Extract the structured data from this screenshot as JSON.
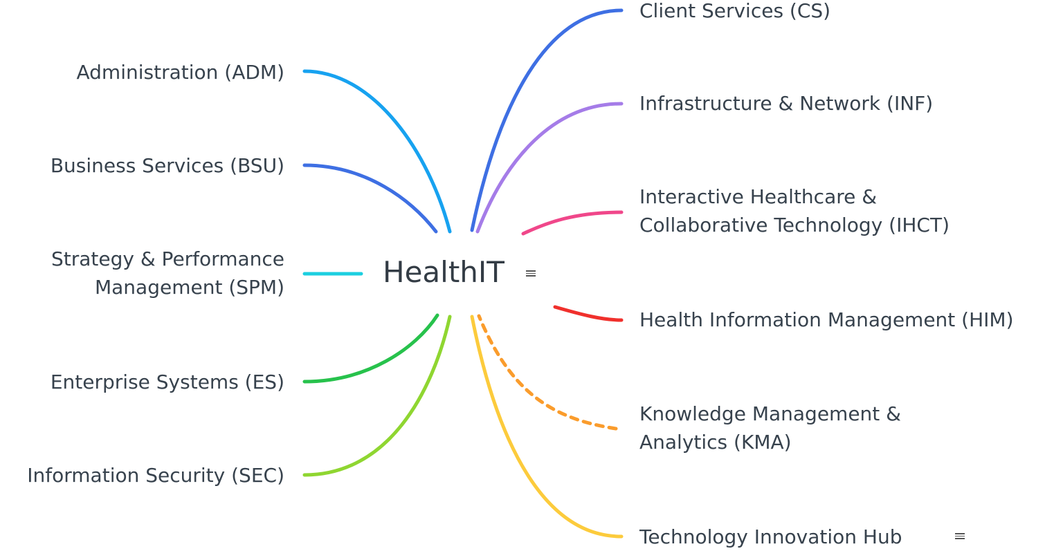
{
  "center": {
    "title": "HealthIT",
    "note_icon": "note-icon"
  },
  "left_branches": [
    {
      "id": "adm",
      "lines": [
        "Administration (ADM)"
      ],
      "color": "#17a2f0",
      "style": "solid"
    },
    {
      "id": "bsu",
      "lines": [
        "Business Services (BSU)"
      ],
      "color": "#3e6fe3",
      "style": "solid"
    },
    {
      "id": "spm",
      "lines": [
        "Strategy & Performance",
        "Management (SPM)"
      ],
      "color": "#1ccfe0",
      "style": "solid"
    },
    {
      "id": "es",
      "lines": [
        "Enterprise Systems (ES)"
      ],
      "color": "#27c24c",
      "style": "solid"
    },
    {
      "id": "sec",
      "lines": [
        "Information Security (SEC)"
      ],
      "color": "#8fd631",
      "style": "solid"
    }
  ],
  "right_branches": [
    {
      "id": "cs",
      "lines": [
        "Client Services (CS)"
      ],
      "color": "#3e6fe3",
      "style": "solid"
    },
    {
      "id": "inf",
      "lines": [
        "Infrastructure & Network (INF)"
      ],
      "color": "#a57ce8",
      "style": "solid"
    },
    {
      "id": "ihct",
      "lines": [
        "Interactive Healthcare &",
        "Collaborative Technology (IHCT)"
      ],
      "color": "#f0478a",
      "style": "solid"
    },
    {
      "id": "him",
      "lines": [
        "Health Information Management (HIM)"
      ],
      "color": "#f0302c",
      "style": "solid"
    },
    {
      "id": "kma",
      "lines": [
        "Knowledge Management &",
        "Analytics (KMA)"
      ],
      "color": "#fa9c2c",
      "style": "dashed"
    },
    {
      "id": "tih",
      "lines": [
        "Technology Innovation Hub"
      ],
      "color": "#fccb3c",
      "style": "solid",
      "has_note": true
    }
  ]
}
